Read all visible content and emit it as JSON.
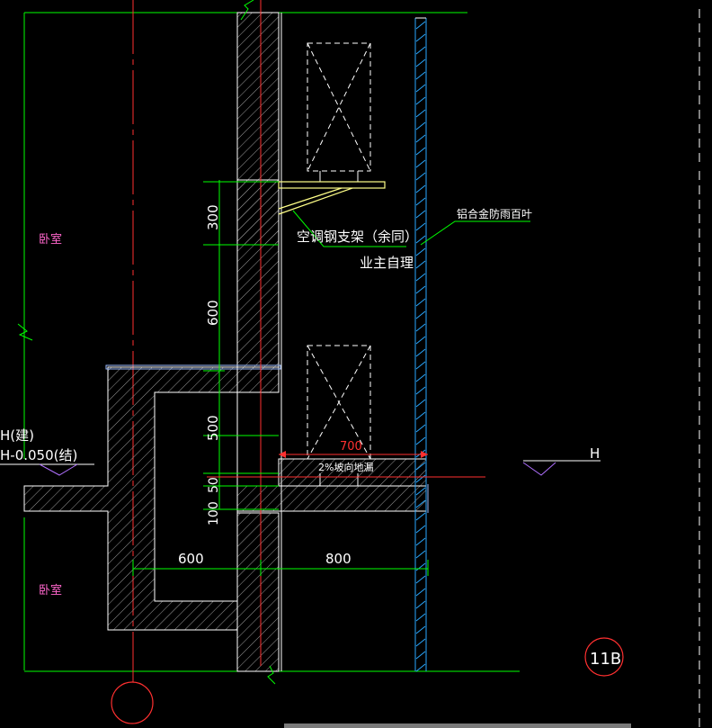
{
  "drawing": {
    "rooms": {
      "bedroom_upper": "卧室",
      "bedroom_lower": "卧室"
    },
    "annotations": {
      "ac_bracket": "空调钢支架（余同）",
      "owner_handles": "业主自理",
      "louver": "铝合金防雨百叶",
      "slope": "2%坡向地漏",
      "level_arch": "H(建)",
      "level_struct": "H-0.050(结)",
      "level_h": "H",
      "detail_no": "11B"
    },
    "dims": {
      "d300": "300",
      "d600v": "600",
      "d500": "500",
      "d50": "50",
      "d100": "100",
      "d700": "700",
      "d600h": "600",
      "d800": "800"
    },
    "colors": {
      "background": "#000000",
      "wall": "#ffffff",
      "grid": "#ff3030",
      "dim": "#00ff00",
      "text": "#ffffff",
      "room_text": "#ff66cc",
      "louver": "#2aa8ff",
      "bracket": "#ffff88"
    }
  }
}
